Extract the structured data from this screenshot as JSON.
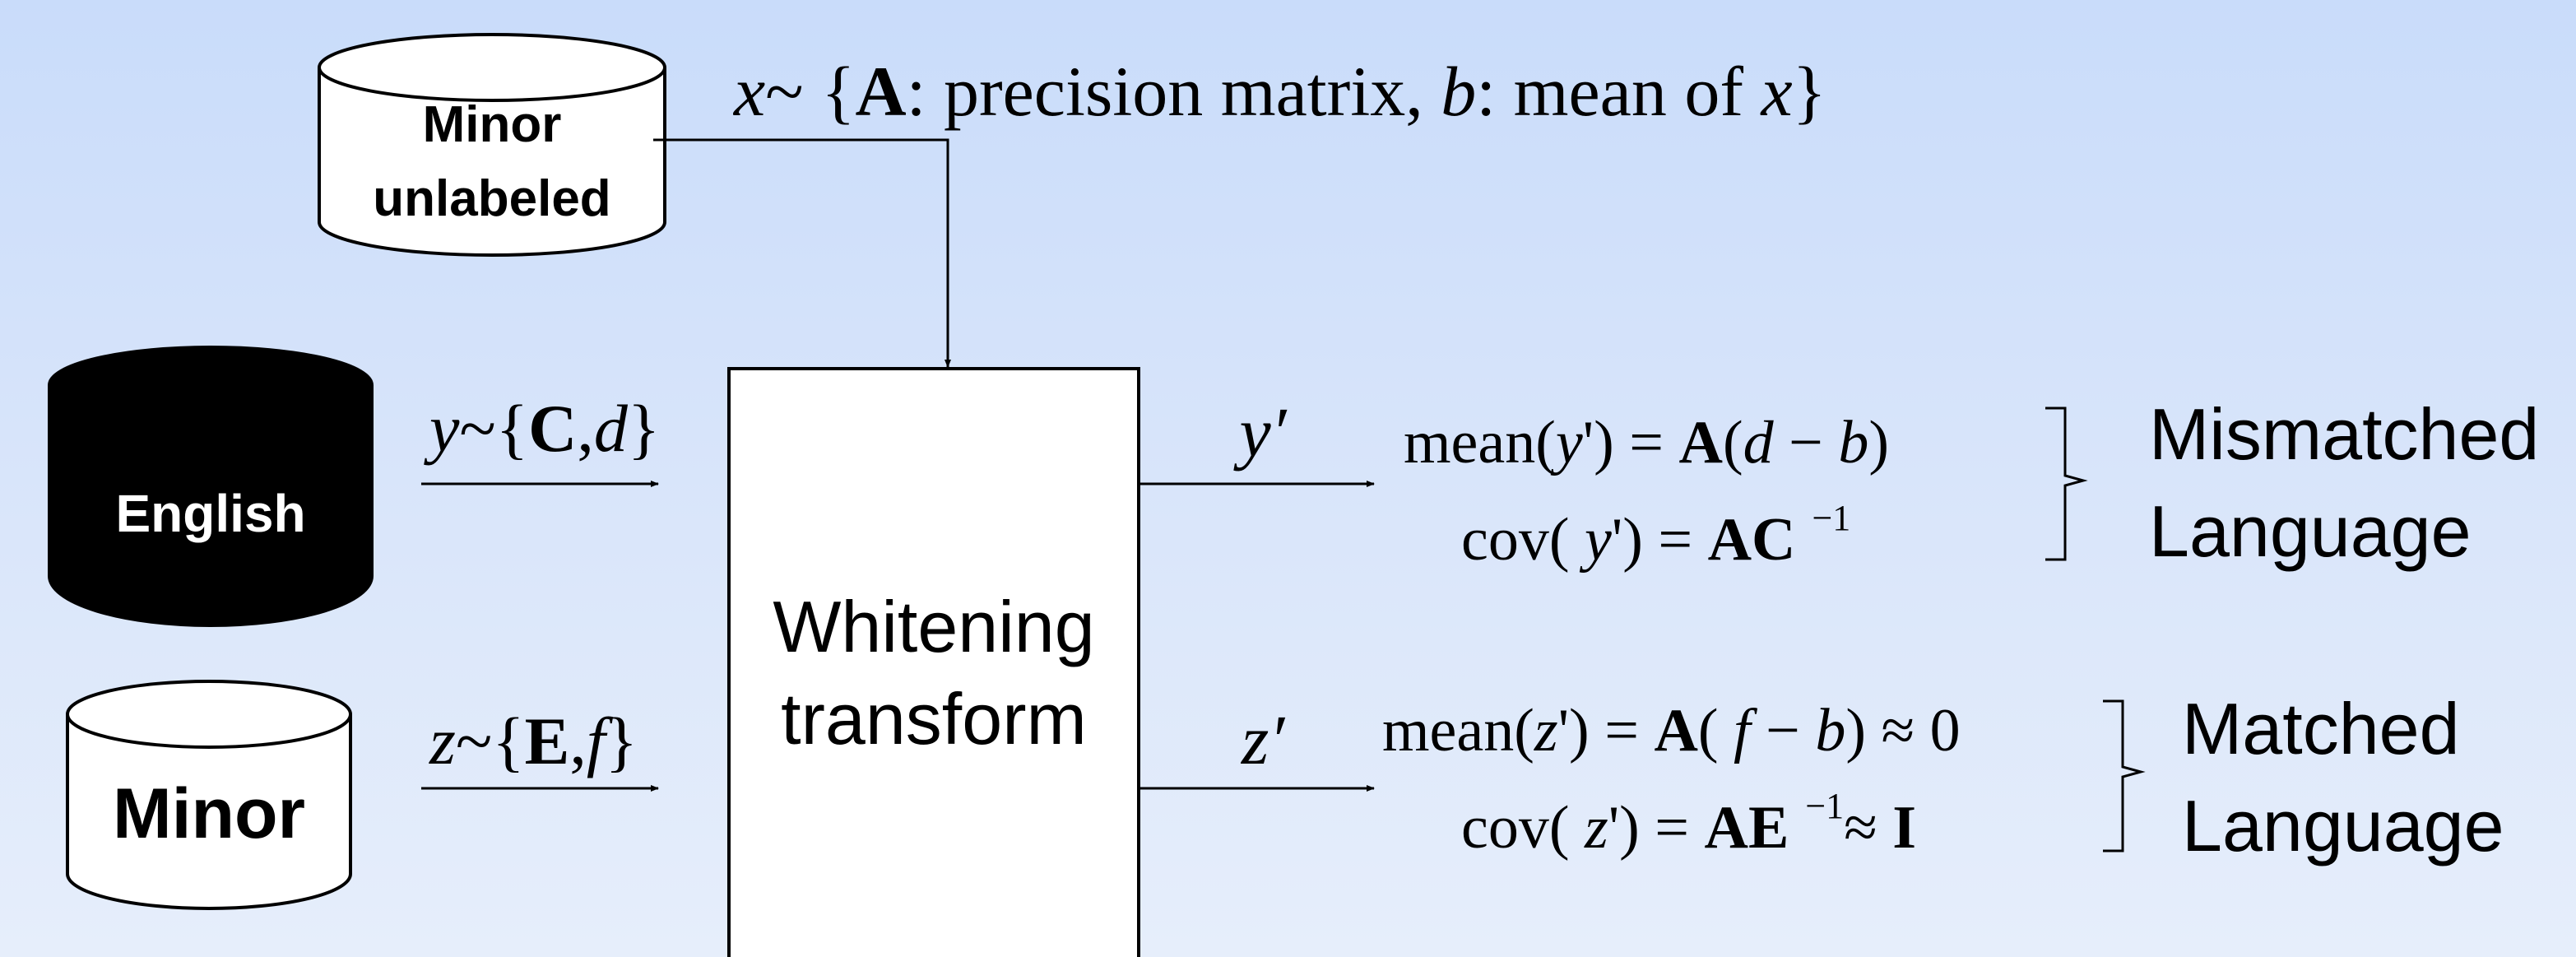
{
  "databases": {
    "minor_unlabeled": {
      "line1": "Minor",
      "line2": "unlabeled",
      "fill": "#ffffff"
    },
    "english": {
      "label": "English",
      "fill": "#000000"
    },
    "minor": {
      "label": "Minor",
      "fill": "#ffffff"
    }
  },
  "stats": {
    "x_dist": {
      "var": "x",
      "tilde": "~ {",
      "A": "A",
      "desc_a": ": precision matrix, ",
      "b": "b",
      "desc_b": ": mean of ",
      "x2": "x",
      "close": "}"
    },
    "y_dist": {
      "var": "y",
      "tilde": "~{",
      "C": "C",
      "comma": ",",
      "d": "d",
      "close": "}"
    },
    "z_dist": {
      "var": "z",
      "tilde": "~{",
      "E": "E",
      "comma": ",",
      "f": "f",
      "close": "}"
    }
  },
  "transform": {
    "line1": "Whitening",
    "line2": "transform"
  },
  "outputs": {
    "y_prime": "y′",
    "z_prime": "z′"
  },
  "equations": {
    "y_mean": {
      "lhs": "mean(",
      "var": "y",
      "prime": "')",
      "eq": " = ",
      "A": "A",
      "open": "(",
      "d": "d",
      "minus": " − ",
      "b": "b",
      "close": ")"
    },
    "y_cov": {
      "lhs": "cov( ",
      "var": "y",
      "prime": "')",
      "eq": " = ",
      "AC": "AC",
      "exp": "−1"
    },
    "z_mean": {
      "lhs": "mean(",
      "var": "z",
      "prime": "')",
      "eq": " = ",
      "A": "A",
      "open": "( ",
      "f": "f",
      "minus": " − ",
      "b": "b",
      "close": ") ≈ 0"
    },
    "z_cov": {
      "lhs": "cov( ",
      "var": "z",
      "prime": "')",
      "eq": " = ",
      "AE": "AE",
      "exp": "−1",
      "approx": "≈ ",
      "I": "I"
    }
  },
  "labels": {
    "mismatched": {
      "line1": "Mismatched",
      "line2": "Language"
    },
    "matched": {
      "line1": "Matched",
      "line2": "Language"
    }
  }
}
